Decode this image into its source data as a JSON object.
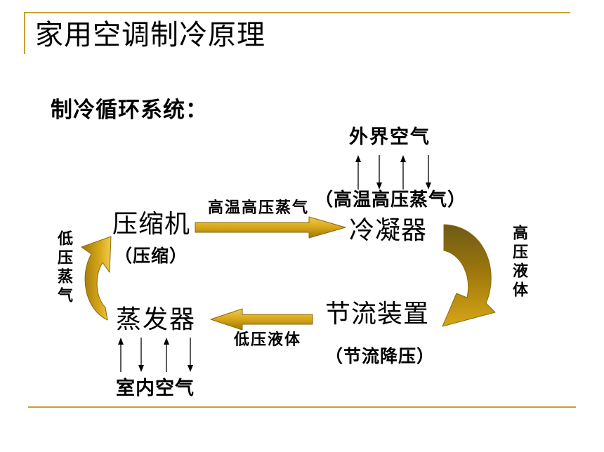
{
  "slide": {
    "title": "家用空调制冷原理",
    "heading": "制冷循环系统："
  },
  "nodes": {
    "compressor": {
      "label": "压缩机",
      "note": "（压缩）"
    },
    "condenser": {
      "label": "冷凝器",
      "state": "（高温高压蒸气）",
      "air": "外界空气"
    },
    "throttle": {
      "label": "节流装置",
      "note": "（节流降压）"
    },
    "evaporator": {
      "label": "蒸发器",
      "air": "室内空气"
    }
  },
  "flows": {
    "compressor_to_condenser": "高温高压蒸气",
    "condenser_to_throttle": "高压液体",
    "throttle_to_evaporator": "低压液体",
    "evaporator_to_compressor": "低压蒸气"
  },
  "colors": {
    "rule": "#C8A032",
    "gold_light": "#F2CB4E",
    "gold": "#D7A617",
    "gold_dark": "#9C760B",
    "olive_dark": "#6E5A17",
    "outline": "#87690F",
    "ink": "#000000",
    "paper": "#FFFFFF"
  }
}
